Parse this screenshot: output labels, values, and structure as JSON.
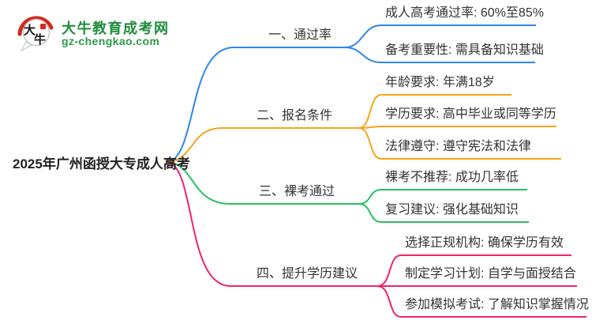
{
  "logo": {
    "mark_char_top": "大",
    "mark_char_bottom": "牛",
    "site_name": "大牛教育成考网",
    "site_domain": "gz-chengkao.com",
    "brand_green": "#1F8C3B",
    "seal_red": "#D02A1E"
  },
  "central_topic": "2025年广州函授大专成人高考",
  "branches": [
    {
      "label": "一、通过率",
      "color": "#2E87EB",
      "children": [
        "成人高考通过率: 60%至85%",
        "备考重要性: 需具备知识基础"
      ]
    },
    {
      "label": "二、报名条件",
      "color": "#F7A418",
      "children": [
        "年龄要求: 年满18岁",
        "学历要求: 高中毕业或同等学历",
        "法律遵守: 遵守宪法和法律"
      ]
    },
    {
      "label": "三、裸考通过",
      "color": "#27C162",
      "children": [
        "裸考不推荐: 成功几率低",
        "复习建议: 强化基础知识"
      ]
    },
    {
      "label": "四、提升学历建议",
      "color": "#F0226F",
      "children": [
        "选择正规机构: 确保学历有效",
        "制定学习计划: 自学与面授结合",
        "参加模拟考试: 了解知识掌握情况"
      ]
    }
  ]
}
